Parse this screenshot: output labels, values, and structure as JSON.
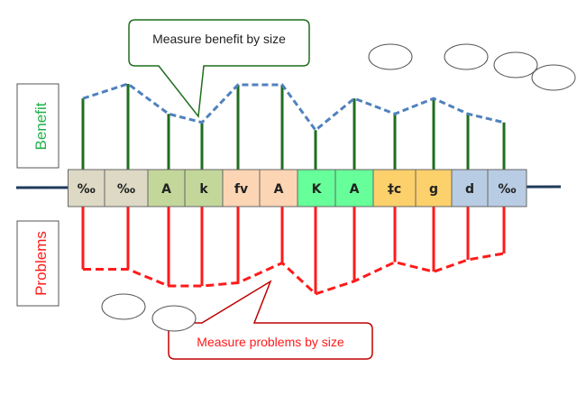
{
  "labels": {
    "benefit": "Benefit",
    "problems": "Problems"
  },
  "callouts": {
    "benefit": "Measure benefit by size",
    "problems": "Measure problems by size"
  },
  "colors": {
    "benefit_stem": "#1f6e1f",
    "benefit_line": "#4f81bd",
    "problem": "#ff1a1a",
    "axis": "#1f3b5a",
    "benefit_text": "#22b04a",
    "problem_text": "#ff1a1a"
  },
  "cells": [
    {
      "label": "‰",
      "color": "#ddd9c4",
      "benefit": 0.83,
      "problem": 0.79
    },
    {
      "label": "‰",
      "color": "#ddd9c4",
      "benefit": 1.0,
      "problem": 0.79
    },
    {
      "label": "A",
      "color": "#c4d79b",
      "benefit": 0.65,
      "problem": 1.0
    },
    {
      "label": "k",
      "color": "#c4d79b",
      "benefit": 0.55,
      "problem": 1.0
    },
    {
      "label": "fv",
      "color": "#fcd5b4",
      "benefit": 0.99,
      "problem": 0.96
    },
    {
      "label": "A",
      "color": "#fcd5b4",
      "benefit": 0.99,
      "problem": 0.71
    },
    {
      "label": "K",
      "color": "#66ff99",
      "benefit": 0.46,
      "problem": 1.1
    },
    {
      "label": "A",
      "color": "#66ff99",
      "benefit": 0.83,
      "problem": 0.94
    },
    {
      "label": "‡c",
      "color": "#fcd06b",
      "benefit": 0.65,
      "problem": 0.7
    },
    {
      "label": "g",
      "color": "#fcd06b",
      "benefit": 0.83,
      "problem": 0.82
    },
    {
      "label": "d",
      "color": "#b8cce4",
      "benefit": 0.65,
      "problem": 0.67
    },
    {
      "label": "‰",
      "color": "#b8cce4",
      "benefit": 0.55,
      "problem": 0.59
    }
  ]
}
